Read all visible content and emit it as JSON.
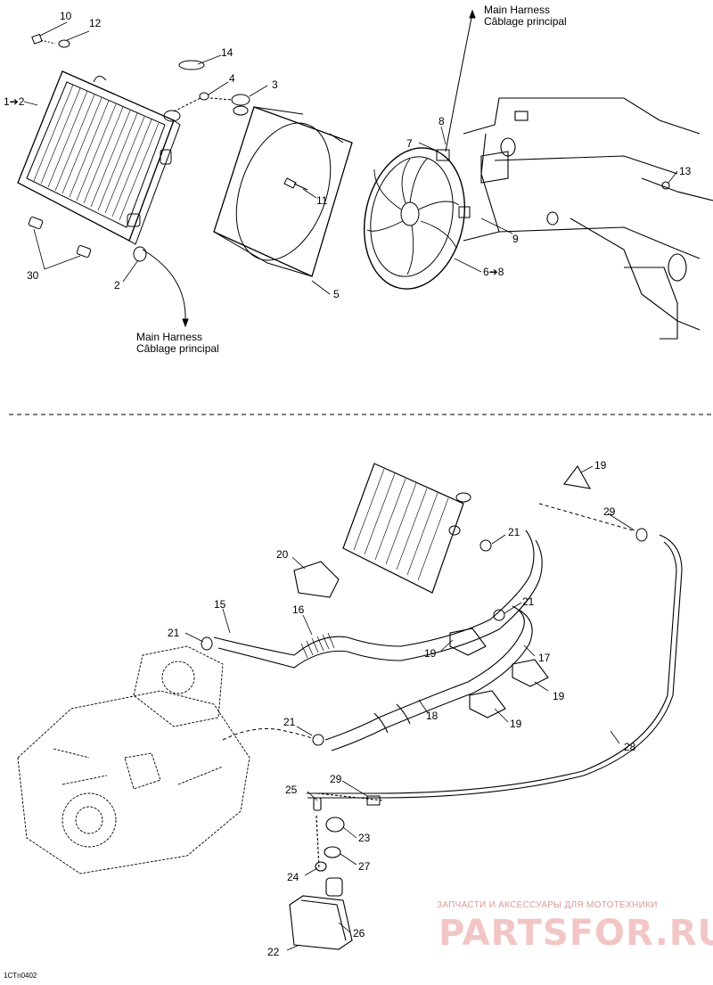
{
  "top_section": {
    "harness_label_top": {
      "line1": "Main Harness",
      "line2": "Câblage principal"
    },
    "harness_label_left": {
      "line1": "Main Harness",
      "line2": "Câblage principal"
    },
    "callouts": {
      "c10": "10",
      "c12": "12",
      "c14": "14",
      "c4": "4",
      "c3": "3",
      "c1_2": "1➔2",
      "c8": "8",
      "c7": "7",
      "c13": "13",
      "c11": "11",
      "c9": "9",
      "c6_8": "6➔8",
      "c5": "5",
      "c2": "2",
      "c30": "30"
    }
  },
  "bottom_section": {
    "callouts": {
      "c19a": "19",
      "c29a": "29",
      "c21a": "21",
      "c20": "20",
      "c21b": "21",
      "c15": "15",
      "c16": "16",
      "c21c": "21",
      "c19b": "19",
      "c17": "17",
      "c19c": "19",
      "c18": "18",
      "c19d": "19",
      "c21d": "21",
      "c28": "28",
      "c29b": "29",
      "c25": "25",
      "c23": "23",
      "c27": "27",
      "c24": "24",
      "c26": "26",
      "c22": "22"
    }
  },
  "figure_code": "1CTn0402",
  "watermark": {
    "subtitle": "ЗАПЧАСТИ И АКСЕССУАРЫ ДЛЯ МОТОТЕХНИКИ",
    "logo": "PARTSFOR.RU"
  }
}
